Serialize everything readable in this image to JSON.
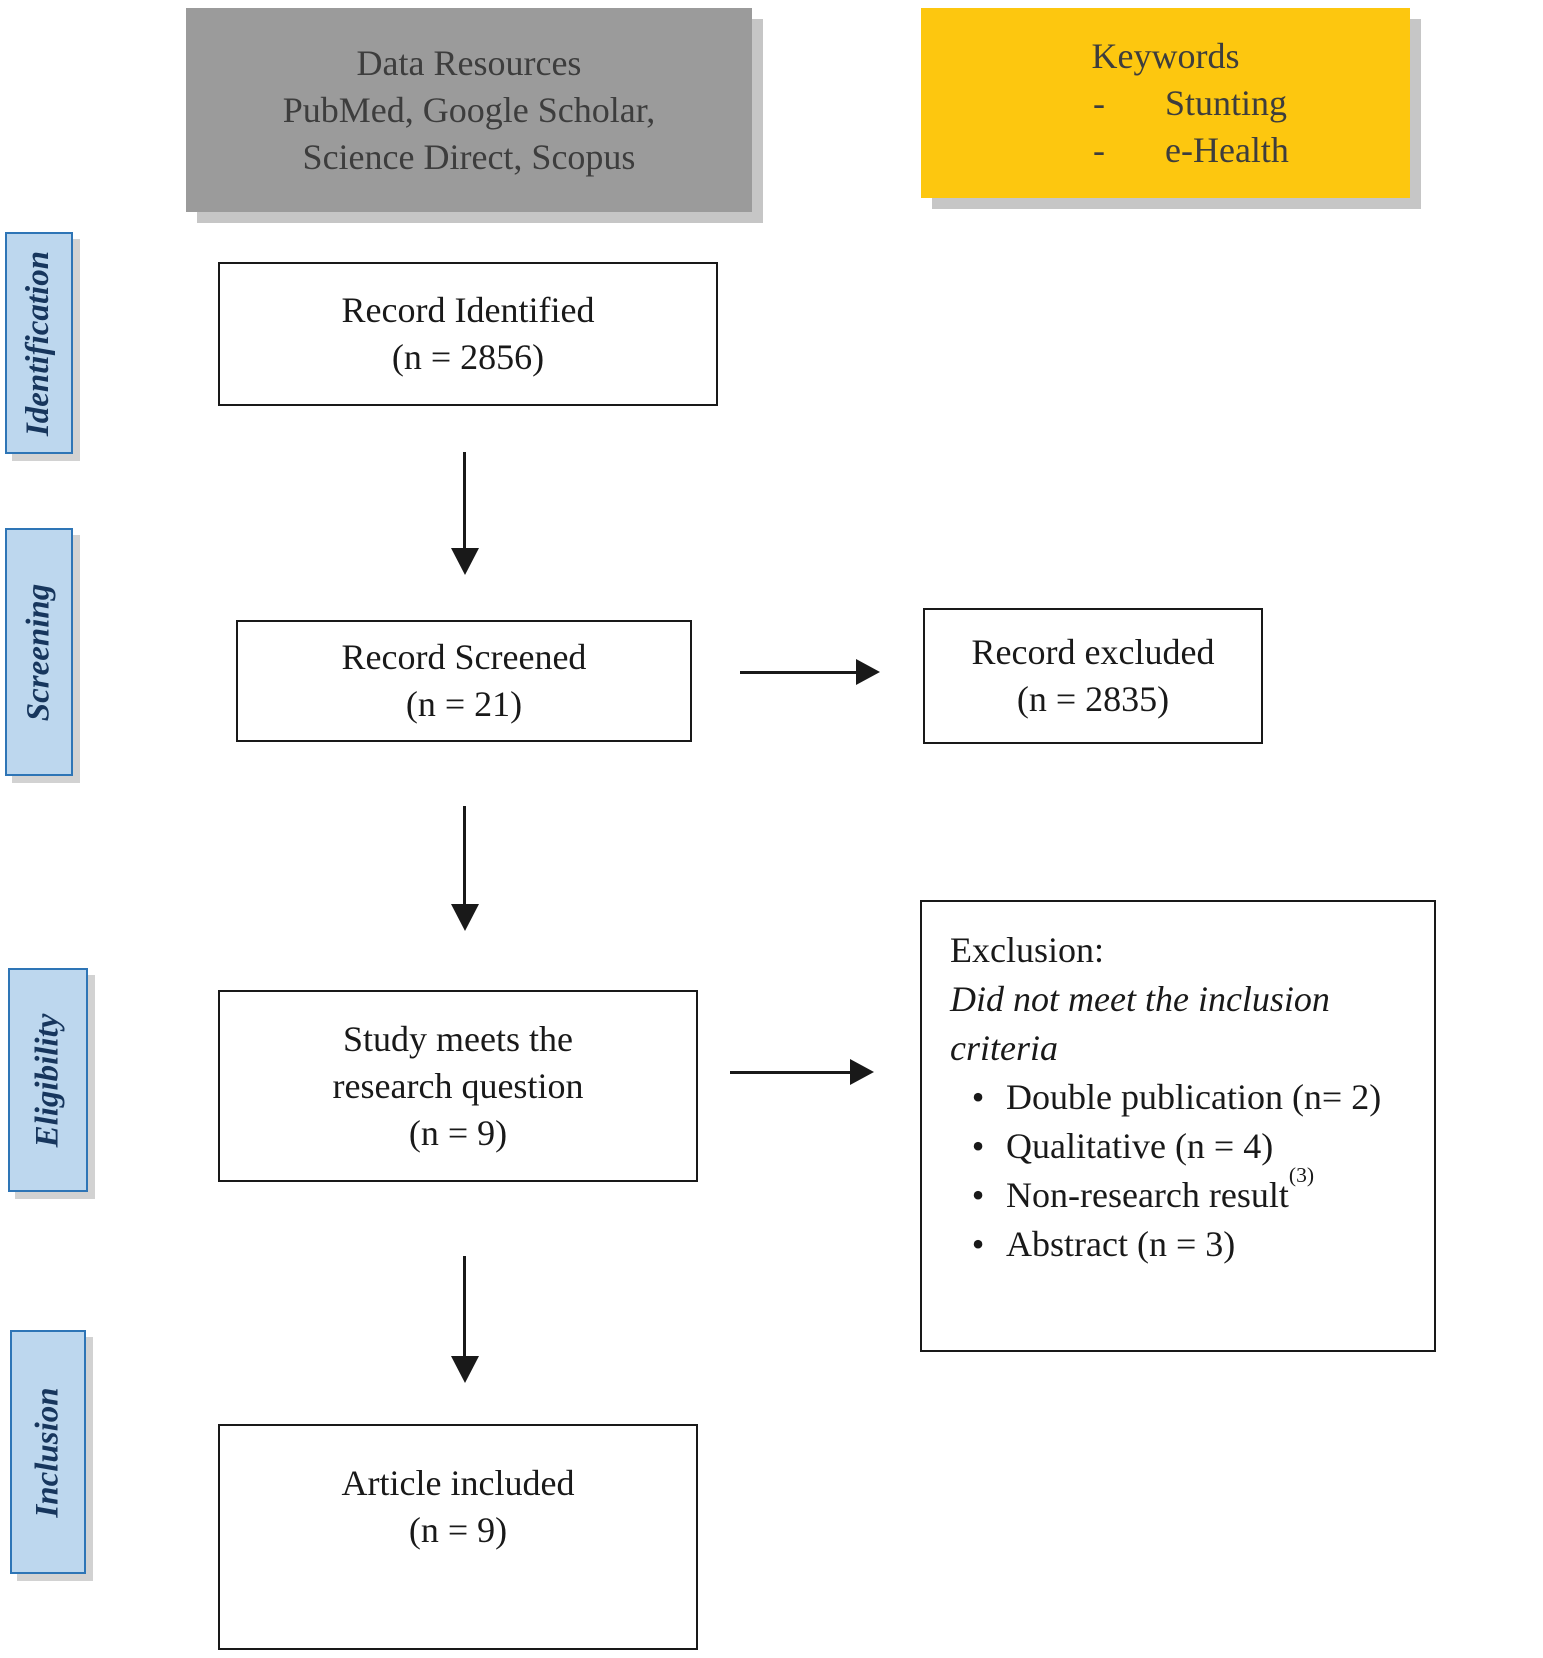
{
  "header": {
    "data_resources": {
      "lines": [
        "Data Resources",
        "PubMed, Google Scholar,",
        "Science Direct, Scopus"
      ]
    },
    "keywords": {
      "title": "Keywords",
      "dash": "-",
      "items": [
        "Stunting",
        "e-Health"
      ]
    }
  },
  "stages": {
    "identification": "Identification",
    "screening": "Screening",
    "eligibility": "Eligibility",
    "inclusion": "Inclusion"
  },
  "flow": {
    "record_identified": {
      "line1": "Record Identified",
      "line2": "(n = 2856)"
    },
    "record_screened": {
      "line1": "Record Screened",
      "line2": "(n = 21)"
    },
    "record_excluded": {
      "line1": "Record excluded",
      "line2": "(n = 2835)"
    },
    "study_meets": {
      "line1": "Study meets the",
      "line2": "research question",
      "line3": "(n = 9)"
    },
    "article_included": {
      "line1": "Article included",
      "line2": "(n = 9)"
    },
    "exclusion": {
      "title": "Exclusion:",
      "subtitle": "Did not meet the inclusion criteria",
      "bullet": "•",
      "items": [
        "Double publication (n= 2)",
        "Qualitative (n = 4)",
        "Non-research result",
        "Abstract (n = 3)"
      ],
      "superscript": "(3)"
    }
  },
  "colors": {
    "gray_box_bg": "#9b9b9b",
    "yellow_box_bg": "#fdc70f",
    "stage_bg": "#bdd7ee",
    "stage_border": "#2e75b6",
    "box_border": "#191919",
    "arrow": "#191919"
  }
}
